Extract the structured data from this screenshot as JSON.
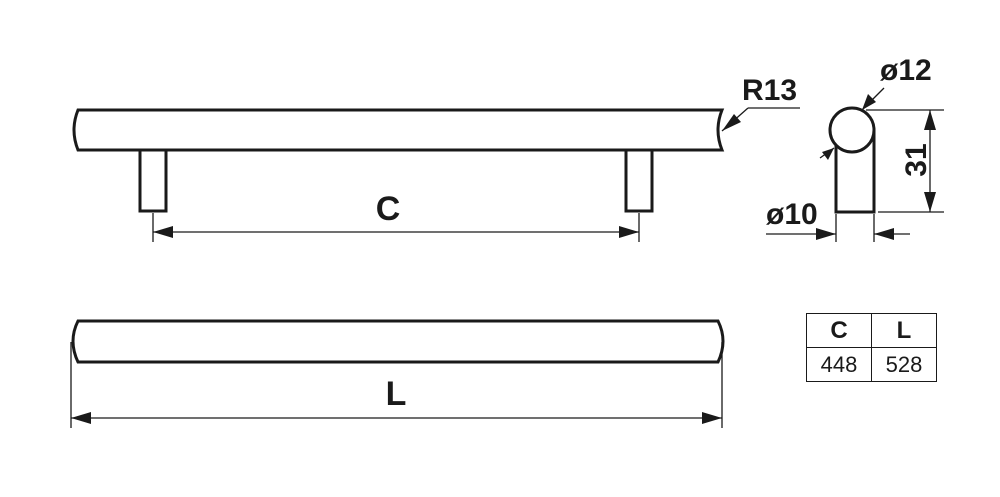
{
  "dimensions": {
    "radius_label": "R13",
    "bar_diameter_label": "ø12",
    "post_diameter_label": "ø10",
    "height_label": "31",
    "center_distance_label": "C",
    "length_label": "L"
  },
  "spec_table": {
    "headers": [
      "C",
      "L"
    ],
    "rows": [
      [
        "448",
        "528"
      ]
    ]
  },
  "colors": {
    "ink": "#1a1a1a",
    "background": "#ffffff"
  }
}
